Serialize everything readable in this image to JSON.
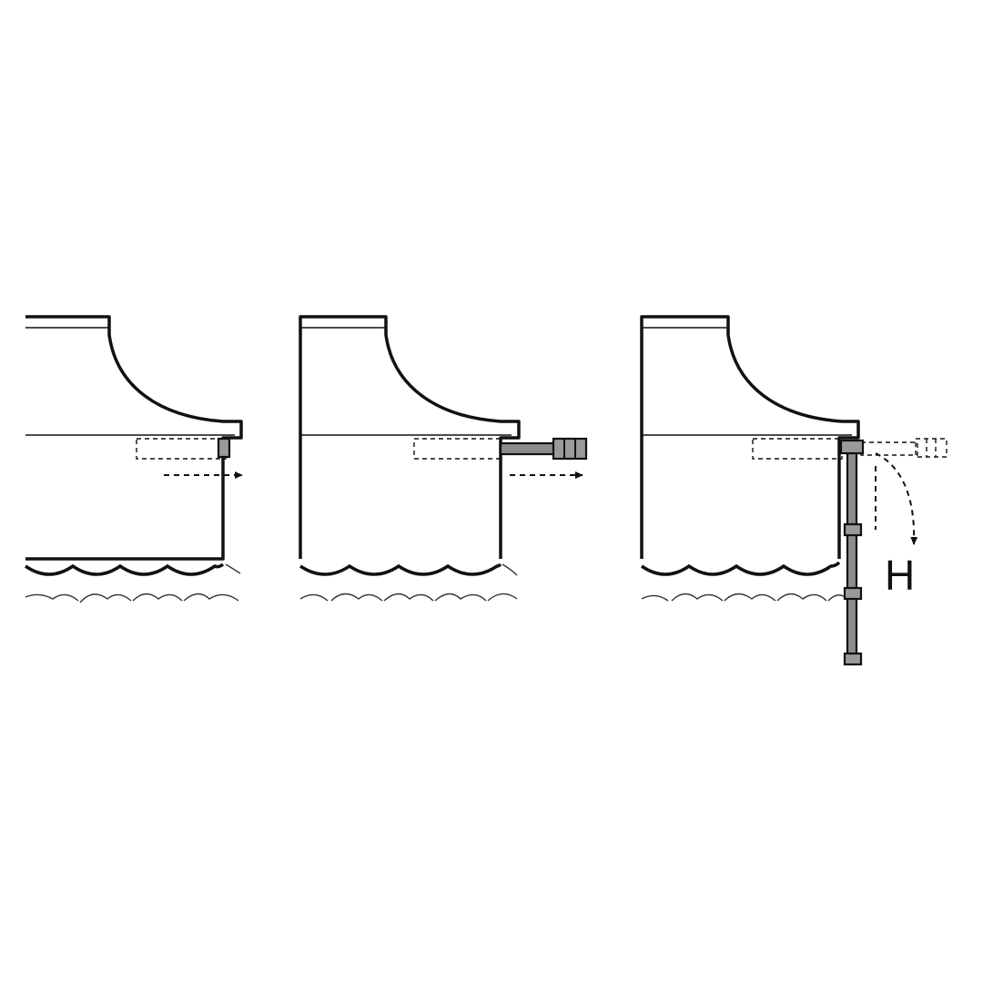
{
  "diagram": {
    "panels": [
      {
        "id": "panel-1",
        "ladder_state": "stowed"
      },
      {
        "id": "panel-2",
        "ladder_state": "extended"
      },
      {
        "id": "panel-3",
        "ladder_state": "lowered"
      }
    ],
    "height_label": "H",
    "colors": {
      "outline": "#111111",
      "ladder_fill": "#8c8c8c",
      "background": "#ffffff"
    }
  }
}
